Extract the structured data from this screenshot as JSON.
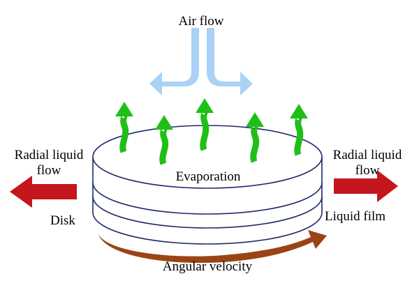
{
  "labels": {
    "air_flow": "Air flow",
    "evaporation": "Evaporation",
    "radial_left_line1": "Radial liquid",
    "radial_left_line2": "flow",
    "radial_right_line1": "Radial liquid",
    "radial_right_line2": "flow",
    "disk": "Disk",
    "liquid_film": "Liquid film",
    "angular_velocity": "Angular velocity"
  },
  "colors": {
    "air_flow_arrow": "#a9d2f5",
    "evaporation_arrows": "#1fbf18",
    "radial_flow_arrows": "#c4161c",
    "angular_velocity_arrow": "#9a4416",
    "disk_outline": "#1f2a6b"
  }
}
